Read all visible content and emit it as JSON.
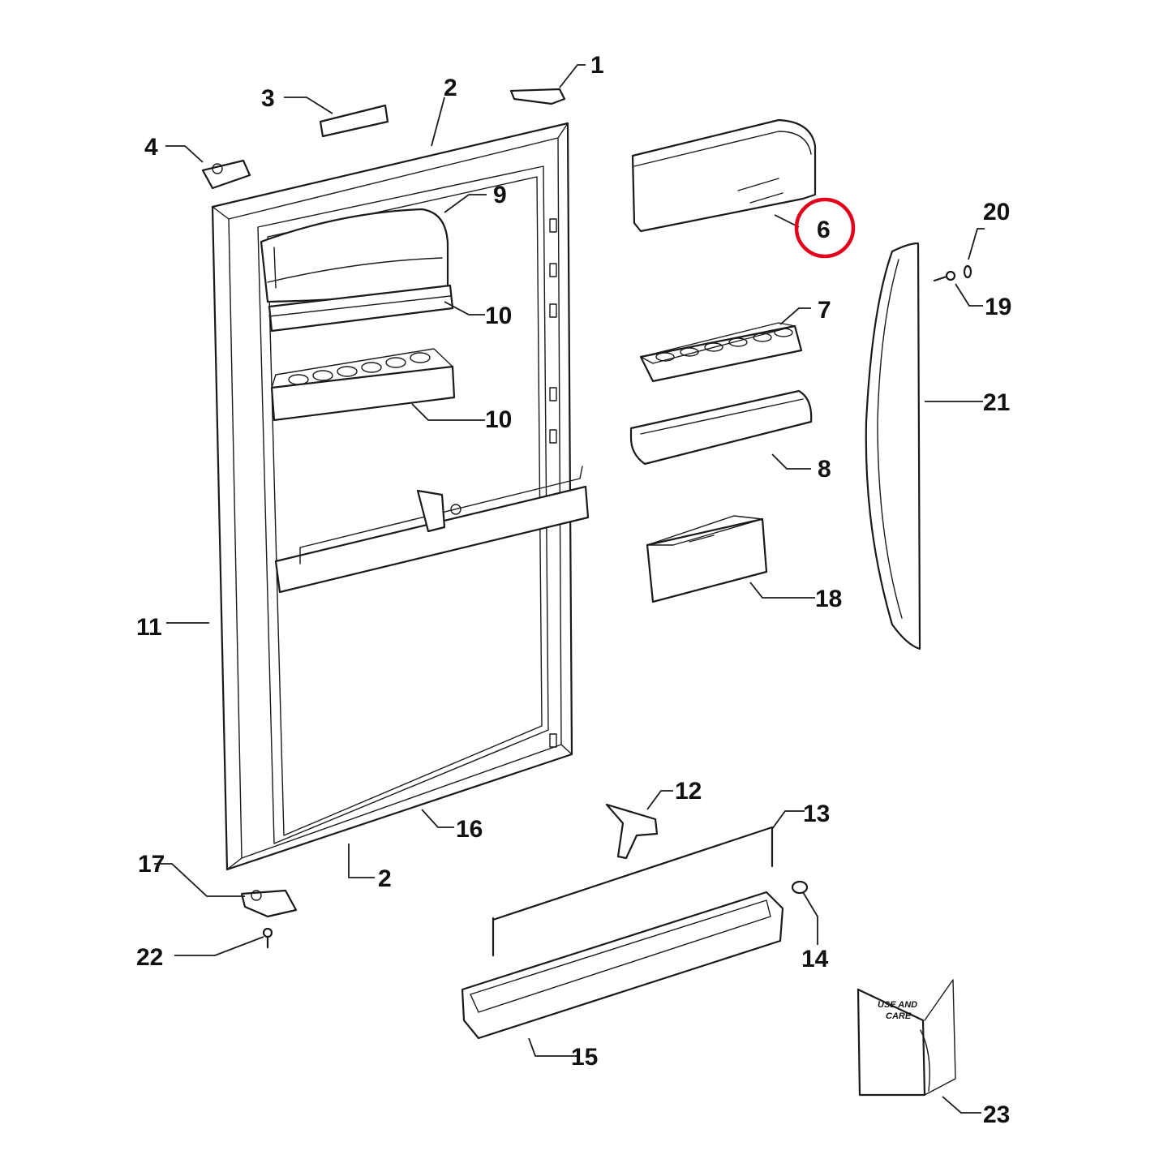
{
  "callouts": {
    "c1": "1",
    "c2_top": "2",
    "c2_bottom": "2",
    "c3": "3",
    "c4": "4",
    "c6": "6",
    "c7": "7",
    "c8": "8",
    "c9": "9",
    "c10_upper": "10",
    "c10_lower": "10",
    "c11": "11",
    "c12": "12",
    "c13": "13",
    "c14": "14",
    "c15": "15",
    "c16": "16",
    "c17": "17",
    "c18": "18",
    "c19": "19",
    "c20": "20",
    "c21": "21",
    "c22": "22",
    "c23": "23"
  },
  "highlight": {
    "callout": "6",
    "color": "#e3001b"
  },
  "manual": {
    "line1": "USE AND",
    "line2": "CARE"
  }
}
